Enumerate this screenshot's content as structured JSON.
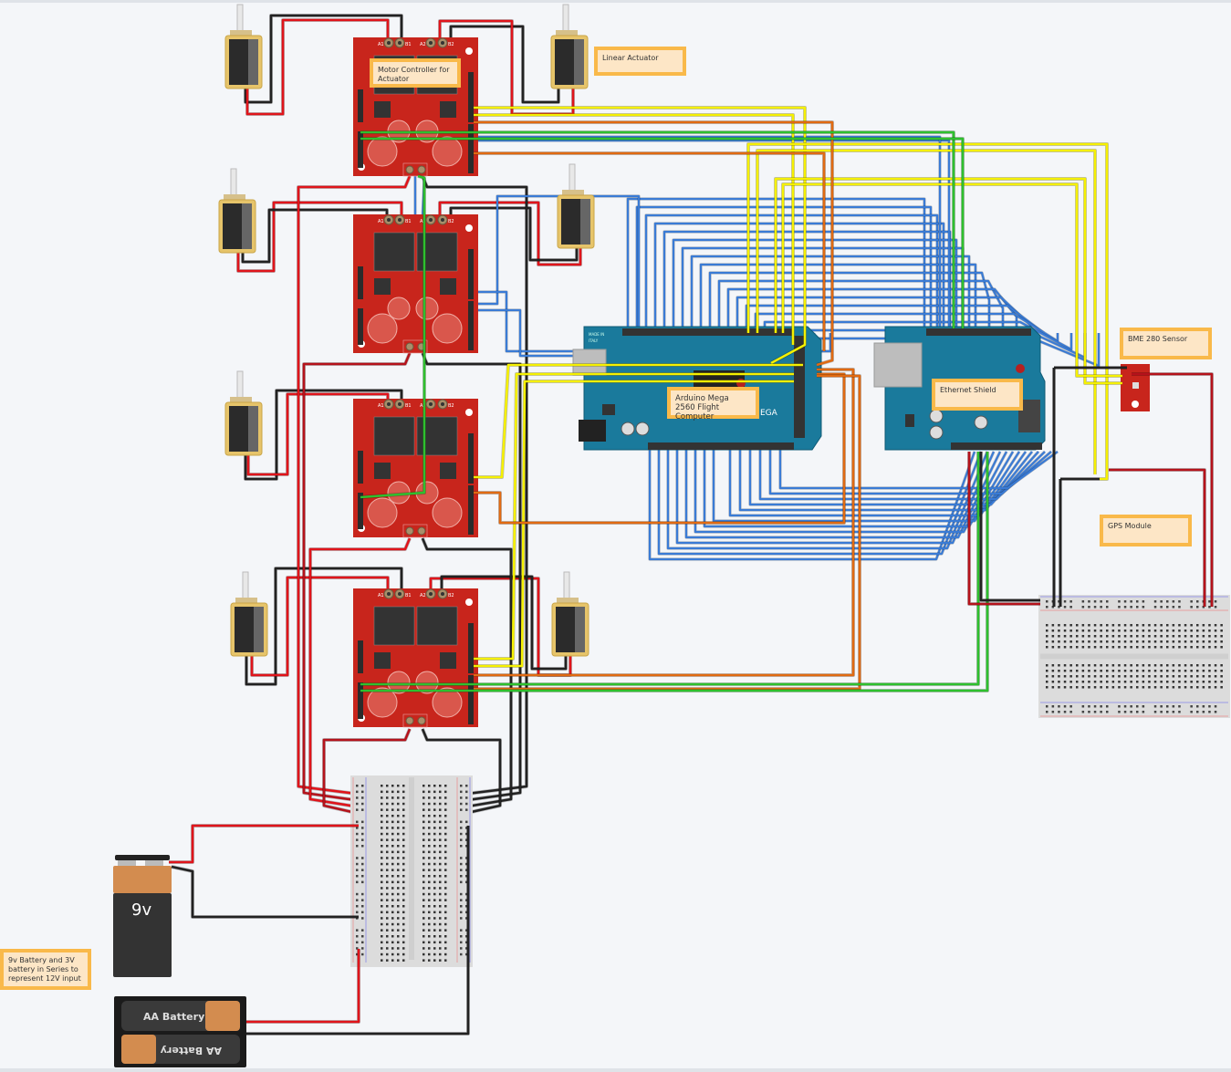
{
  "canvas": {
    "background": "#f4f6f9"
  },
  "notes": {
    "motor_controller": "Motor Controller for Actuator",
    "linear_actuator": "Linear Actuator",
    "arduino_mega": "Arduino Mega 2560 Flight Computer",
    "ethernet_shield": "Ethernet Shield",
    "bme280": "BME 280 Sensor",
    "gps": "GPS Module",
    "power": "9v Battery and 3V battery in Series to represent 12V input"
  },
  "components": {
    "battery_9v_label": "9v",
    "aa_battery_top_label": "AA Battery",
    "aa_battery_bottom_label": "AA Battery",
    "arduino_brand_text": "EGA",
    "arduino_made_in": "MADE IN",
    "arduino_italy": "ITALY",
    "motor_board_pins_top": [
      "A1",
      "B1",
      "A2",
      "B2"
    ]
  },
  "colors": {
    "wire_red": "#e0141b",
    "wire_darkred": "#b5121b",
    "wire_black": "#222222",
    "wire_blue": "#3a7bd5",
    "wire_yellow": "#f5f000",
    "wire_green": "#2ec02e",
    "wire_orange": "#e06a12",
    "motor_board": "#c8251c",
    "arduino": "#1a7a9c",
    "note_fill": "#fde6c6",
    "note_border": "#f9b94a"
  }
}
